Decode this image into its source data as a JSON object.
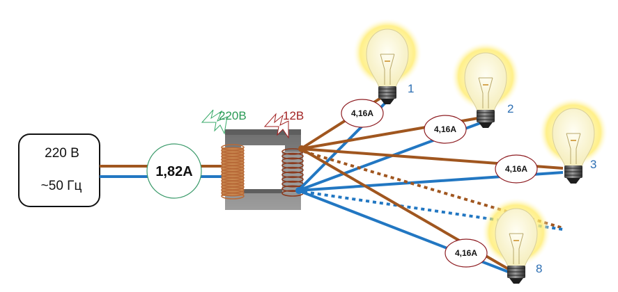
{
  "source": {
    "voltage_label": "220 В",
    "frequency_label": "~50 Гц"
  },
  "primary_current": {
    "label": "1,82А"
  },
  "transformer": {
    "primary_voltage_label": "220В",
    "secondary_voltage_label": "12В"
  },
  "lamps": [
    {
      "number": "1",
      "current_label": "4,16А"
    },
    {
      "number": "2",
      "current_label": "4,16А"
    },
    {
      "number": "3",
      "current_label": "4,16А"
    },
    {
      "number": "8",
      "current_label": "4,16А"
    }
  ],
  "colors": {
    "wire_brown": "#a0561f",
    "wire_blue": "#2277c2",
    "primary_circle": "#3a9a6a",
    "lamp_ellipse": "#8e1d22",
    "core_gray": "#8c8c8c",
    "coil_copper": "#b86a38",
    "glow_yellow": "#ffe95a"
  }
}
